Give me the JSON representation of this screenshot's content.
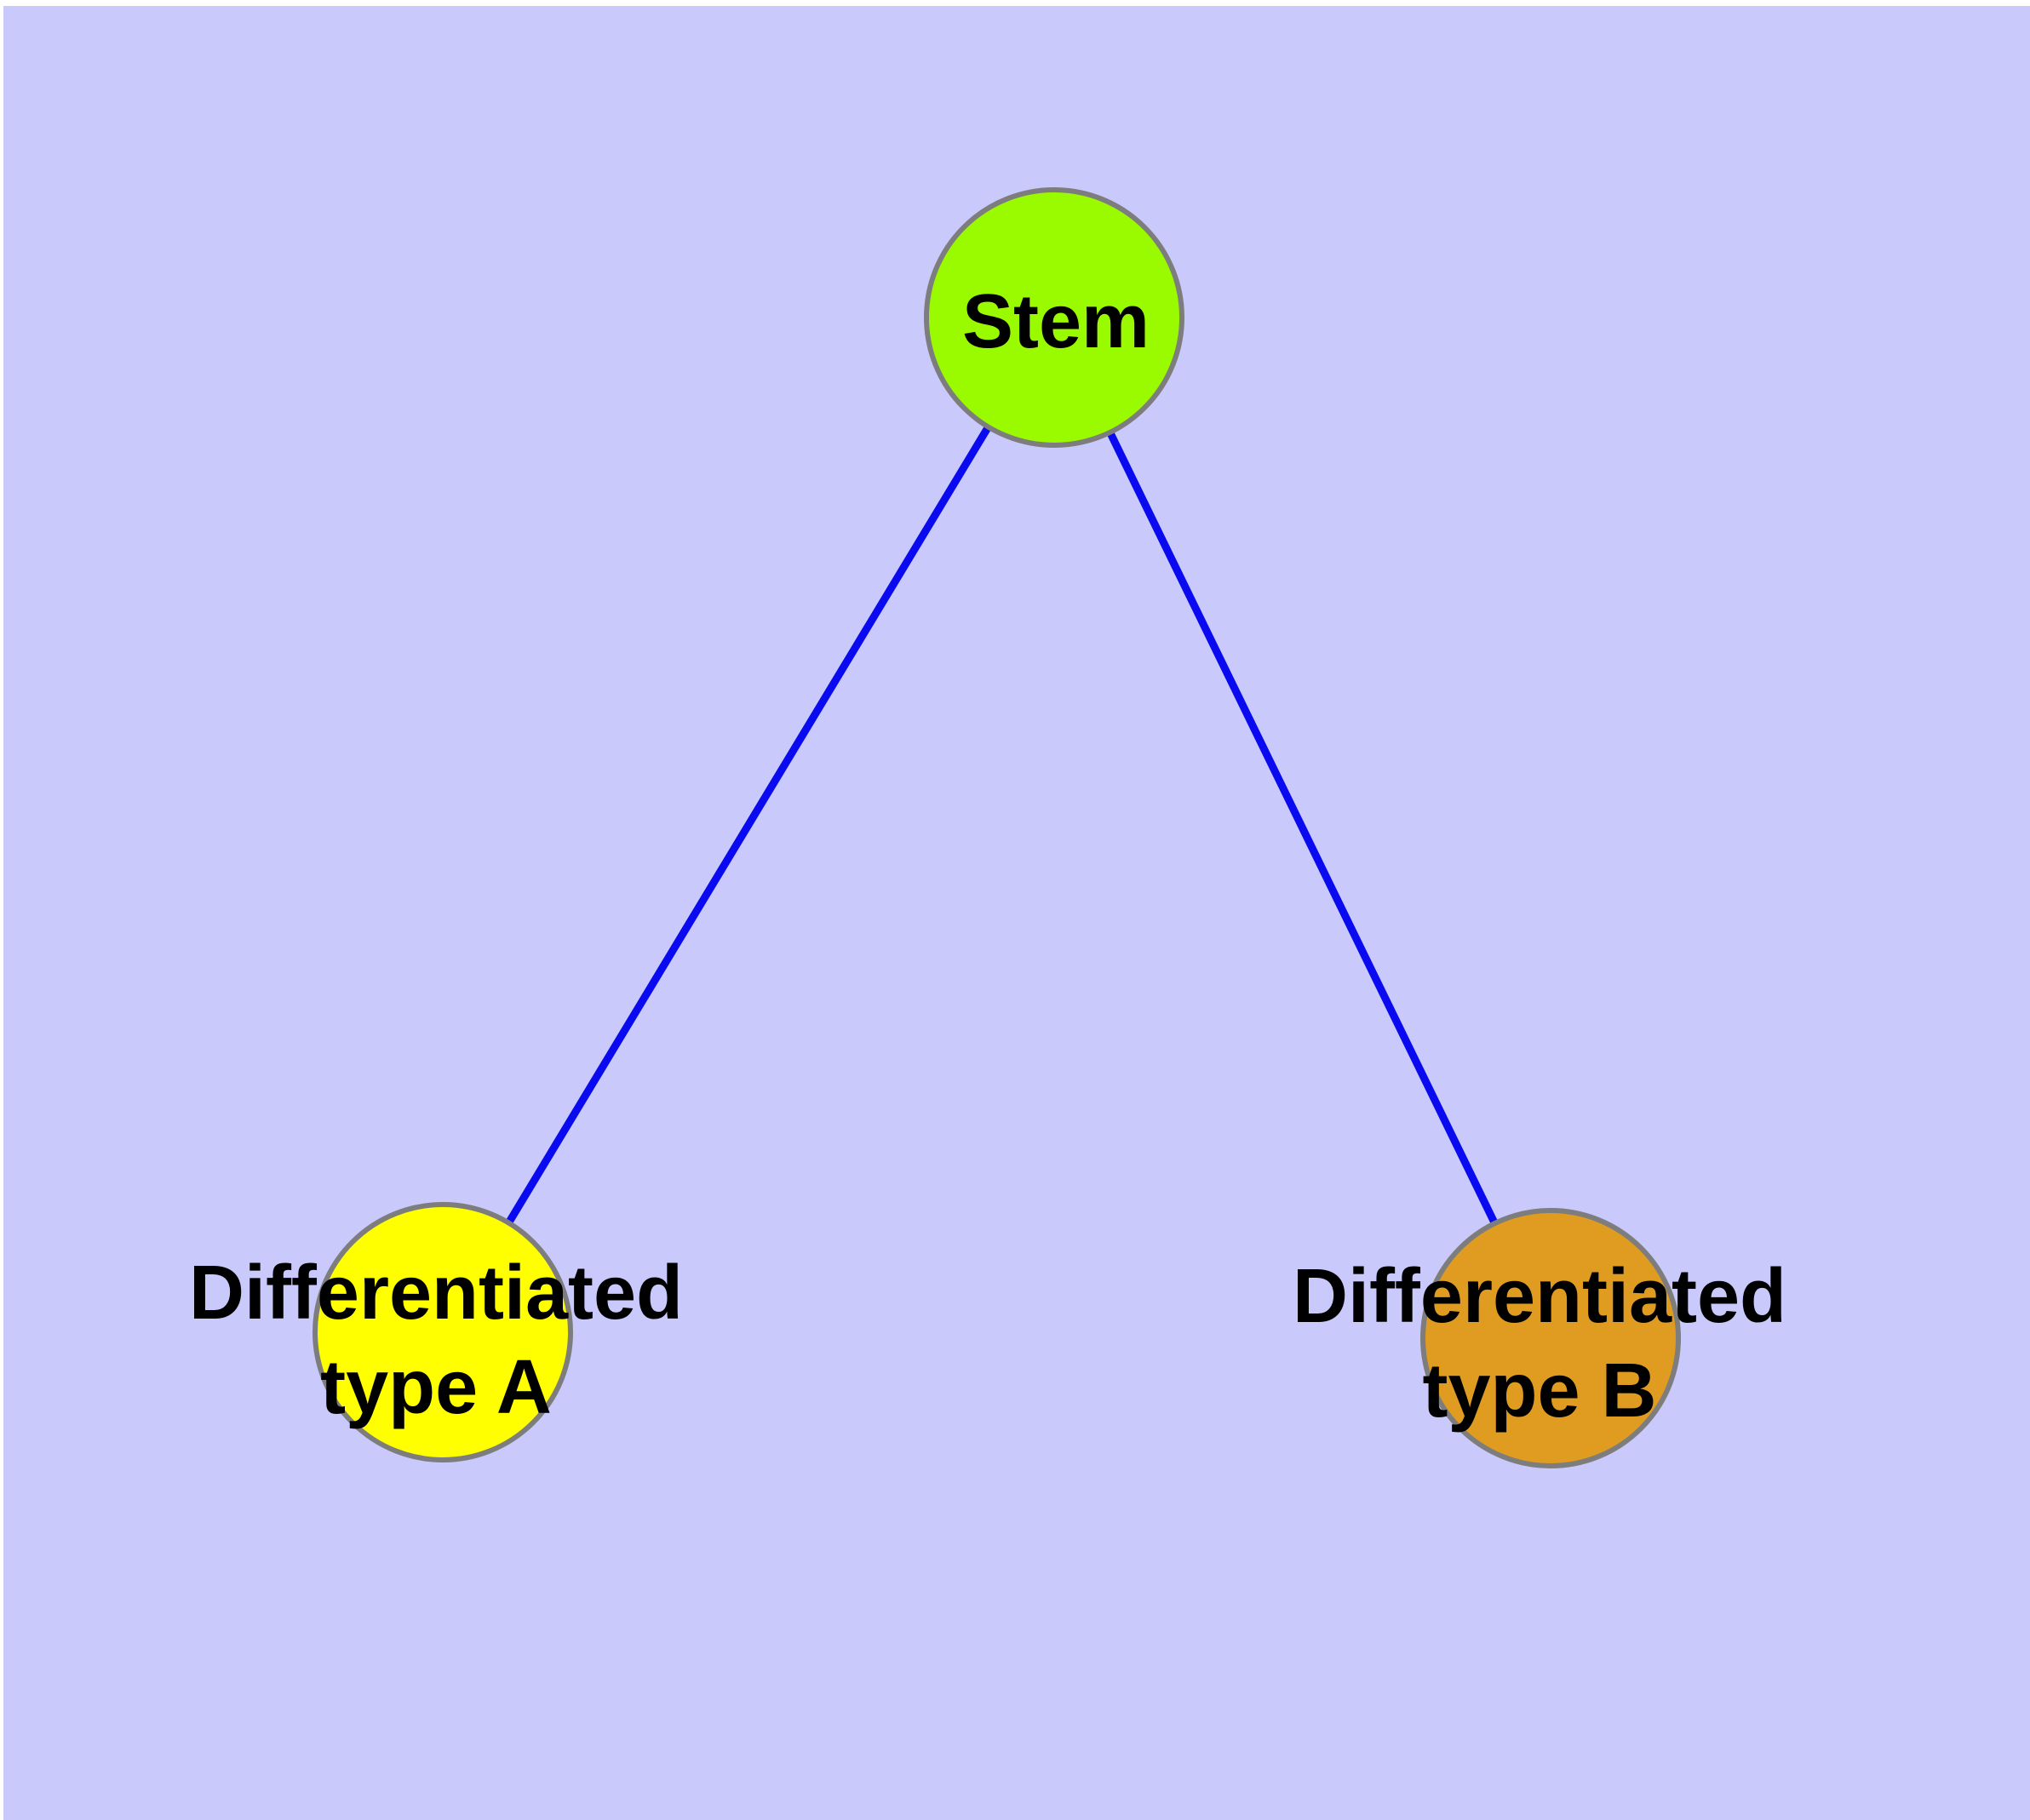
{
  "diagram": {
    "type": "graph",
    "description": "Cell differentiation tree: one stem node branching to two differentiated cell types",
    "colors": {
      "page_margin": "#ffffff",
      "background": "#c9c9fb",
      "edge": "#0a0af0",
      "node_border": "#7d7d7d",
      "label_text": "#000000"
    },
    "nodes": [
      {
        "id": "stem",
        "label": "Stem",
        "label_lines": [
          "Stem"
        ],
        "fill": "#9afb00"
      },
      {
        "id": "type-a",
        "label": "Differentiated type A",
        "label_lines": [
          "Differentiated",
          "type A"
        ],
        "fill": "#ffff00"
      },
      {
        "id": "type-b",
        "label": "Differentiated type B",
        "label_lines": [
          "Differentiated",
          "type B"
        ],
        "fill": "#e09c20"
      }
    ],
    "edges": [
      {
        "from": "Stem",
        "to": "Differentiated type A"
      },
      {
        "from": "Stem",
        "to": "Differentiated type B"
      }
    ]
  }
}
